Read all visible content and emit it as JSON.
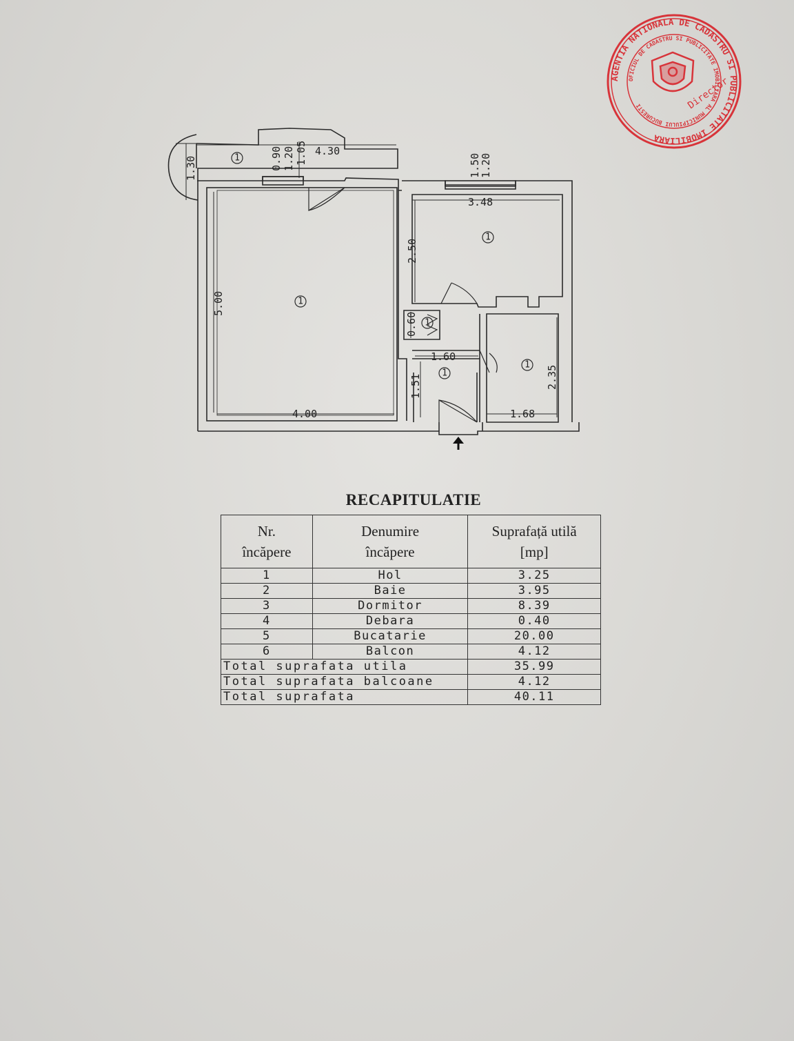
{
  "stamp": {
    "outer_text": "AGENTIA NATIONALA DE CADASTRU SI PUBLICITATE IMOBILIARA",
    "inner_text": "OFICIUL DE CADASTRU SI PUBLICITATE IMOBILIARA AL MUNICIPIULUI BUCURESTI",
    "signature_text": "Director",
    "color": "#d8232a"
  },
  "floor_plan": {
    "dimensions": {
      "balcony_length": "4.30",
      "balcony_depth": "1.30",
      "window_left_a": "0.90",
      "window_left_b": "1.20",
      "window_left_c": "1.05",
      "window_right_a": "1.50",
      "window_right_b": "1.20",
      "living_height": "5.00",
      "living_width": "4.00",
      "bedroom_width": "3.48",
      "bedroom_height": "2.50",
      "storage_height": "0.60",
      "hall_width": "1.60",
      "hall_height": "1.51",
      "bath_height": "2.35",
      "bath_width": "1.68"
    },
    "room_marker": "1"
  },
  "recap": {
    "title": "RECAPITULATIE",
    "headers": {
      "col1_line1": "Nr.",
      "col1_line2": "încăpere",
      "col2_line1": "Denumire",
      "col2_line2": "încăpere",
      "col3_line1": "Suprafață utilă",
      "col3_line2": "[mp]"
    },
    "rows": [
      {
        "nr": "1",
        "name": "Hol",
        "area": "3.25"
      },
      {
        "nr": "2",
        "name": "Baie",
        "area": "3.95"
      },
      {
        "nr": "3",
        "name": "Dormitor",
        "area": "8.39"
      },
      {
        "nr": "4",
        "name": "Debara",
        "area": "0.40"
      },
      {
        "nr": "5",
        "name": "Bucatarie",
        "area": "20.00"
      },
      {
        "nr": "6",
        "name": "Balcon",
        "area": "4.12"
      }
    ],
    "totals": [
      {
        "label": "Total suprafata utila",
        "value": "35.99"
      },
      {
        "label": "Total suprafata balcoane",
        "value": "4.12"
      },
      {
        "label": "Total suprafata",
        "value": "40.11"
      }
    ]
  }
}
